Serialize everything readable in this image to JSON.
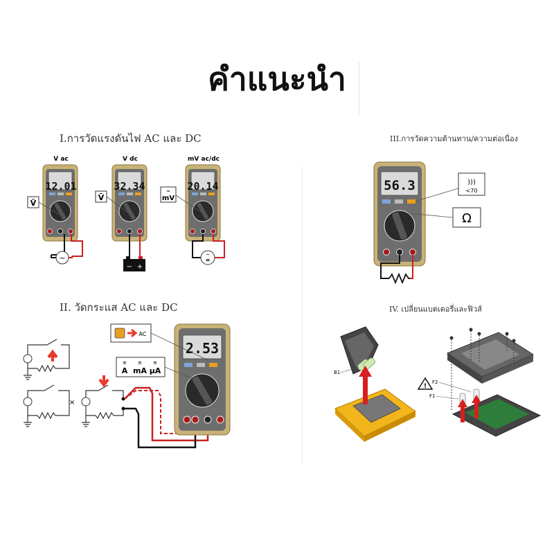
{
  "title": "คำแนะนำ",
  "sections": {
    "s1": {
      "heading": "Ⅰ.การวัดแรงดันไฟ AC และ DC",
      "meters": [
        {
          "label": "V ac",
          "reading": "12.01",
          "symbol": "Ṽ"
        },
        {
          "label": "V dc",
          "reading": "32.34",
          "symbol": "V̄"
        },
        {
          "label": "mV ac/dc",
          "reading": "20.14",
          "symbol": "mV"
        }
      ]
    },
    "s2": {
      "heading": "II.  วัดกระแส AC และ DC",
      "reading": "2.53",
      "ac_label": "AC",
      "range_labels": [
        "A",
        "mA",
        "µA"
      ]
    },
    "s3": {
      "heading": "III.การวัดความต้านทาน/ความต่อเนื่อง",
      "reading": "56.3",
      "continuity_label": "<70",
      "ohm_symbol": "Ω"
    },
    "s4": {
      "heading": "IV. เปลี่ยนแบตเตอรี่และฟิวส์",
      "battery_label": "B1",
      "fuse_labels": [
        "F2",
        "F1"
      ]
    }
  },
  "colors": {
    "meter_body": "#c9b277",
    "meter_face": "#6e6e6e",
    "lcd": "#dadada",
    "wire_red": "#cc1f1f",
    "wire_black": "#111111",
    "holster_yellow": "#f2b51c",
    "case_gray": "#555555",
    "pcb_green": "#2e7d3a"
  }
}
